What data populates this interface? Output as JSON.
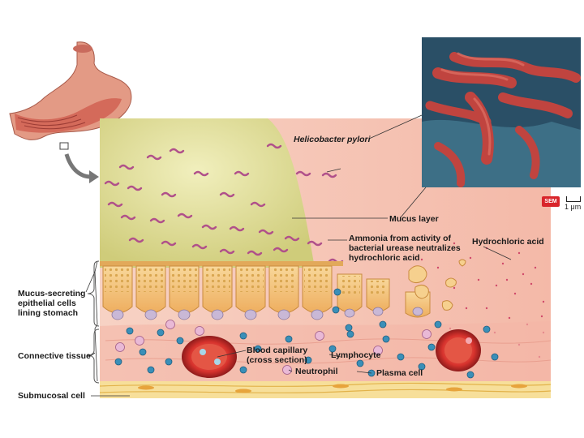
{
  "figure": {
    "labels": {
      "helicobacter": "Helicobacter pylori",
      "mucus_layer": "Mucus layer",
      "ammonia": [
        "Ammonia from activity of",
        "bacterial urease neutralizes",
        "hydrochloric acid"
      ],
      "hcl": "Hydrochloric acid",
      "mucus_cells": [
        "Mucus-secreting",
        "epithelial cells",
        "lining stomach"
      ],
      "connective": "Connective tissue",
      "submucosal": "Submucosal cell",
      "capillary": [
        "Blood capillary",
        "(cross section)"
      ],
      "lymphocyte": "Lymphocyte",
      "neutrophil": "Neutrophil",
      "plasma": "Plasma cell",
      "sem_badge": "SEM",
      "scale": "1 μm"
    },
    "colors": {
      "mucus": "#dcd98a",
      "tissue": "#f6c7b8",
      "epithelium": "#f5c27a",
      "nucleus": "#c9b8d6",
      "lymphocyte": "#3a8fb8",
      "bacteria": "#b0508a",
      "capillary": "#d8332d",
      "micrograph_bacteria": "#c0443f",
      "micrograph_bg": "#2a4f66"
    }
  }
}
